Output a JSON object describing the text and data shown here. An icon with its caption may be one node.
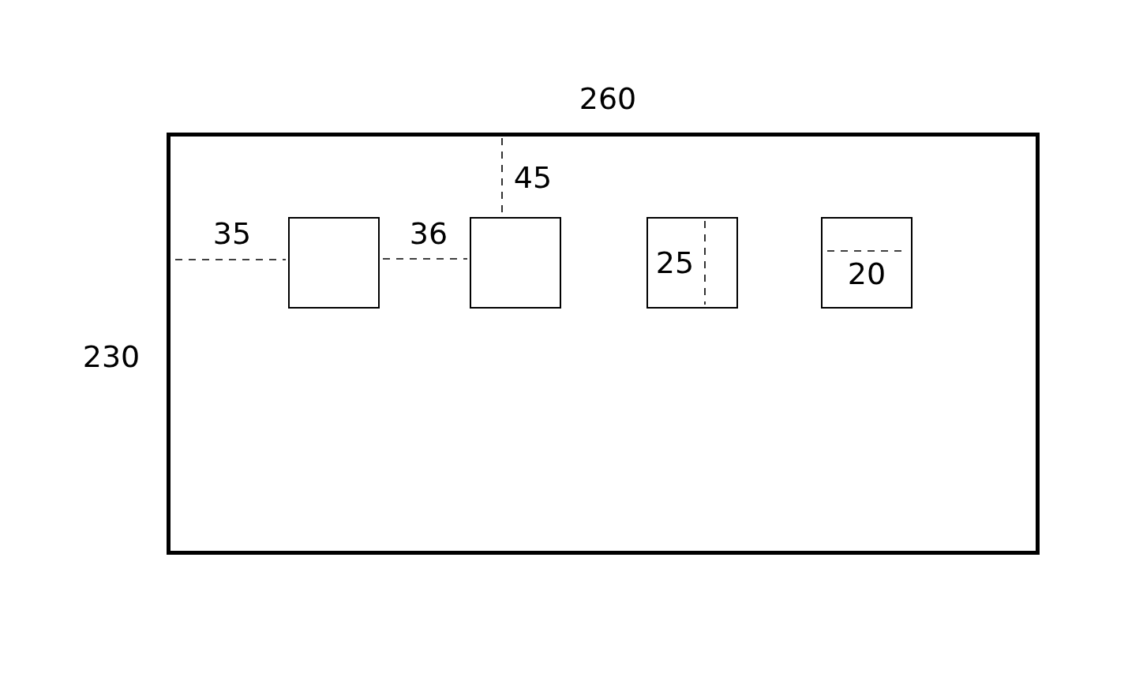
{
  "diagram": {
    "nodes": [
      {
        "text": [],
        "shape": "box"
      },
      {
        "text": [],
        "shape": "box",
        "in": 0
      },
      {
        "text": [],
        "shape": "box",
        "in": 0
      },
      {
        "text": [],
        "shape": "box",
        "in": 0
      },
      {
        "text": [],
        "shape": "box",
        "in": 0
      }
    ],
    "labels": [
      "260",
      "45",
      "35",
      "36",
      "25",
      "20",
      "230"
    ]
  }
}
